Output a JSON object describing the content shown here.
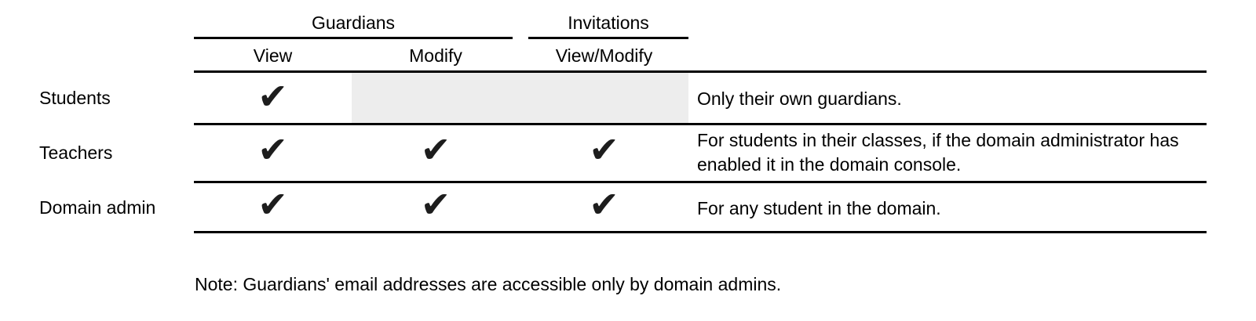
{
  "header": {
    "groups": [
      {
        "label": "Guardians"
      },
      {
        "label": "Invitations"
      }
    ],
    "columns": [
      {
        "label": "View"
      },
      {
        "label": "Modify"
      },
      {
        "label": "View/Modify"
      }
    ]
  },
  "rows": [
    {
      "label": "Students",
      "view": "✔",
      "modify": "",
      "view_modify": "",
      "note": "Only their own guardians."
    },
    {
      "label": "Teachers",
      "view": "✔",
      "modify": "✔",
      "view_modify": "✔",
      "note": "For students in their classes, if the domain administrator has enabled it in the domain console."
    },
    {
      "label": "Domain admin",
      "view": "✔",
      "modify": "✔",
      "view_modify": "✔",
      "note": "For any student in the domain."
    }
  ],
  "footnote": "Note: Guardians' email addresses are accessible only by domain admins.",
  "icons": {
    "check": "heavy-check-mark"
  },
  "colors": {
    "text": "#000000",
    "check": "#1d1d1d",
    "line": "#000000",
    "disabled_cell_bg": "#ededed",
    "background": "#ffffff"
  }
}
